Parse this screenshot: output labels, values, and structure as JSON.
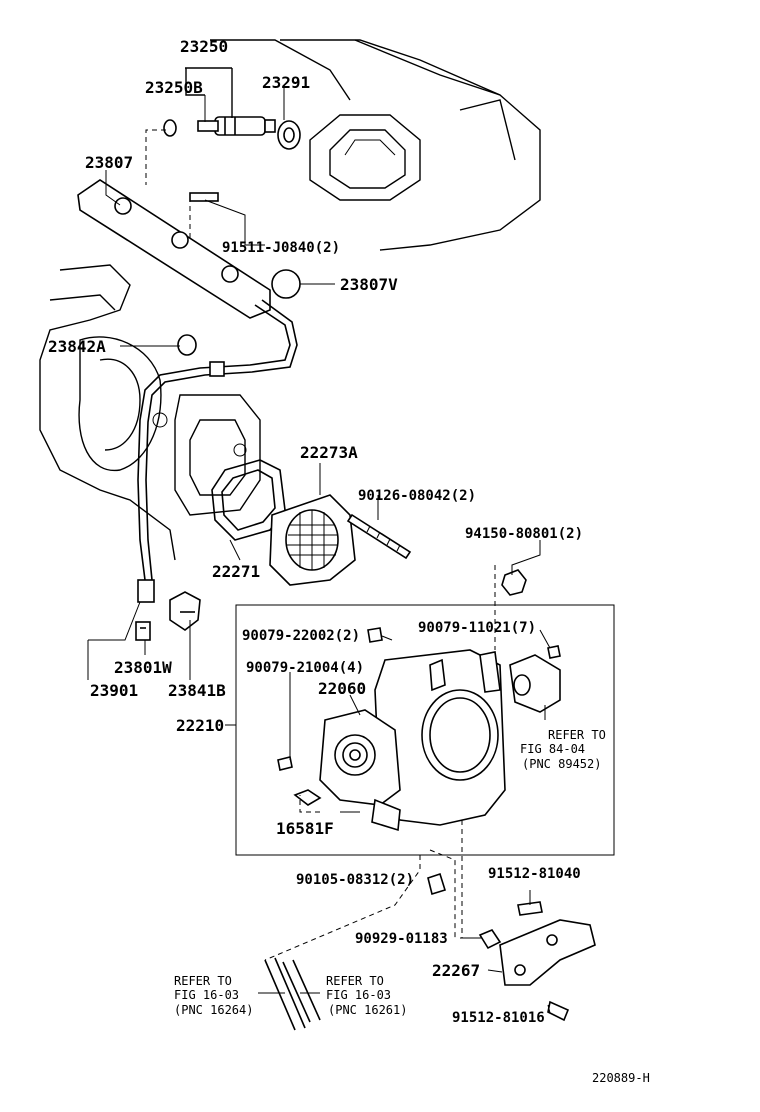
{
  "labels": {
    "p23250": "23250",
    "p23250b": "23250B",
    "p23291": "23291",
    "p23807": "23807",
    "p91511": "91511-J0840(2)",
    "p23807v": "23807V",
    "p23842a": "23842A",
    "p22273a": "22273A",
    "p90126": "90126-08042(2)",
    "p94150": "94150-80801(2)",
    "p22271": "22271",
    "p90079_22002": "90079-22002(2)",
    "p90079_11021": "90079-11021(7)",
    "p90079_21004": "90079-21004(4)",
    "p22060": "22060",
    "p23801w": "23801W",
    "p23901": "23901",
    "p23841b": "23841B",
    "p22210": "22210",
    "p16581f": "16581F",
    "p90105": "90105-08312(2)",
    "p91512_81040": "91512-81040",
    "p90929": "90929-01183",
    "p22267": "22267",
    "p91512_81016": "91512-81016"
  },
  "references": {
    "fig8404_l1": "REFER TO",
    "fig8404_l2": "FIG 84-04",
    "fig8404_l3": "(PNC 89452)",
    "fig1603a_l1": "REFER TO",
    "fig1603a_l2": "FIG 16-03",
    "fig1603a_l3": "(PNC 16264)",
    "fig1603b_l1": "REFER TO",
    "fig1603b_l2": "FIG 16-03",
    "fig1603b_l3": "(PNC 16261)"
  },
  "diagram_id": "220889-H"
}
